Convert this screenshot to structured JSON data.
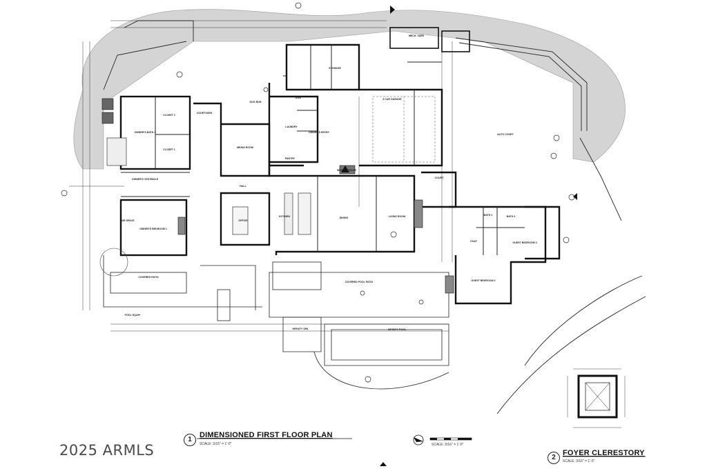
{
  "watermark": "2025 ARMLS",
  "views": [
    {
      "number": "1",
      "title": "DIMENSIONED FIRST FLOOR PLAN",
      "scale": "SCALE: 3/16\" = 1'-0\""
    },
    {
      "number": "2",
      "title": "FOYER CLERESTORY",
      "scale": "SCALE: 3/16\" = 1'-0\""
    }
  ],
  "graphic_scale_label": "SCALE: 3/16\" = 1'-0\"",
  "rooms": [
    {
      "id": "owners-bath",
      "text": "OWNER'S BATH 1"
    },
    {
      "id": "closet-2",
      "text": "CLOSET 2"
    },
    {
      "id": "closet-1",
      "text": "CLOSET 1"
    },
    {
      "id": "owners-vestibule",
      "text": "OWNER'S VESTIBULE"
    },
    {
      "id": "owners-bedroom",
      "text": "OWNER'S BEDROOM 1"
    },
    {
      "id": "air-space",
      "text": "AIR SPACE"
    },
    {
      "id": "courtyard",
      "text": "COURTYARD"
    },
    {
      "id": "dog-run",
      "text": "DOG RUN"
    },
    {
      "id": "media-room",
      "text": "MEDIA ROOM"
    },
    {
      "id": "office",
      "text": "OFFICE"
    },
    {
      "id": "hall",
      "text": "HALL"
    },
    {
      "id": "storage",
      "text": "STORAGE"
    },
    {
      "id": "dog",
      "text": "DOG"
    },
    {
      "id": "laundry",
      "text": "LAUNDRY"
    },
    {
      "id": "owners-entry",
      "text": "OWNER'S ENTRY"
    },
    {
      "id": "pantry",
      "text": "PANTRY"
    },
    {
      "id": "garage",
      "text": "3 CAR GARAGE"
    },
    {
      "id": "auto-court",
      "text": "AUTO COURT"
    },
    {
      "id": "kitchen",
      "text": "KITCHEN"
    },
    {
      "id": "dining",
      "text": "DINING"
    },
    {
      "id": "living",
      "text": "LIVING ROOM"
    },
    {
      "id": "court",
      "text": "COURT"
    },
    {
      "id": "covered-patio",
      "text": "COVERED PATIO"
    },
    {
      "id": "covered-pool-patio",
      "text": "COVERED POOL PATIO"
    },
    {
      "id": "infinity-spa",
      "text": "INFINITY SPA"
    },
    {
      "id": "infinity-pool",
      "text": "INFINITY POOL"
    },
    {
      "id": "guest-bedroom-2",
      "text": "GUEST BEDROOM 2"
    },
    {
      "id": "guest-bedroom-3",
      "text": "GUEST BEDROOM 3"
    },
    {
      "id": "mech-yard",
      "text": "MECH. YARD"
    },
    {
      "id": "wine",
      "text": "WINE STORAGE"
    },
    {
      "id": "coat",
      "text": "COAT"
    },
    {
      "id": "bath-2",
      "text": "BATH 2"
    },
    {
      "id": "bath-3",
      "text": "BATH 3"
    },
    {
      "id": "pool-equip",
      "text": "POOL EQUIP."
    }
  ],
  "colors": {
    "line": "#1a1a1a",
    "hatch": "#d2d2d2",
    "wall": "#111111"
  }
}
